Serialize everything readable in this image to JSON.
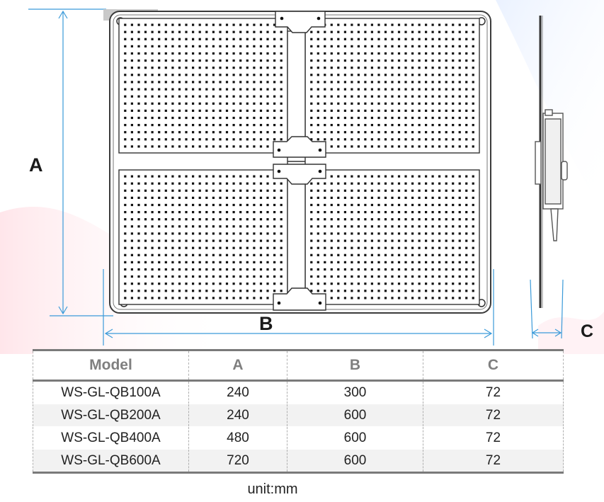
{
  "dimension_labels": {
    "a": "A",
    "b": "B",
    "c": "C"
  },
  "table": {
    "headers": [
      "Model",
      "A",
      "B",
      "C"
    ],
    "rows": [
      [
        "WS-GL-QB100A",
        "240",
        "300",
        "72"
      ],
      [
        "WS-GL-QB200A",
        "240",
        "600",
        "72"
      ],
      [
        "WS-GL-QB400A",
        "480",
        "600",
        "72"
      ],
      [
        "WS-GL-QB600A",
        "720",
        "600",
        "72"
      ]
    ]
  },
  "unit": "unit:mm",
  "colors": {
    "arrow": "#3a9ad9",
    "frame": "#3b3b3b",
    "led": "#111111",
    "header_text": "#7f7f7f",
    "row_alt": "#f2f2f2",
    "rule": "#7a7a7a"
  }
}
